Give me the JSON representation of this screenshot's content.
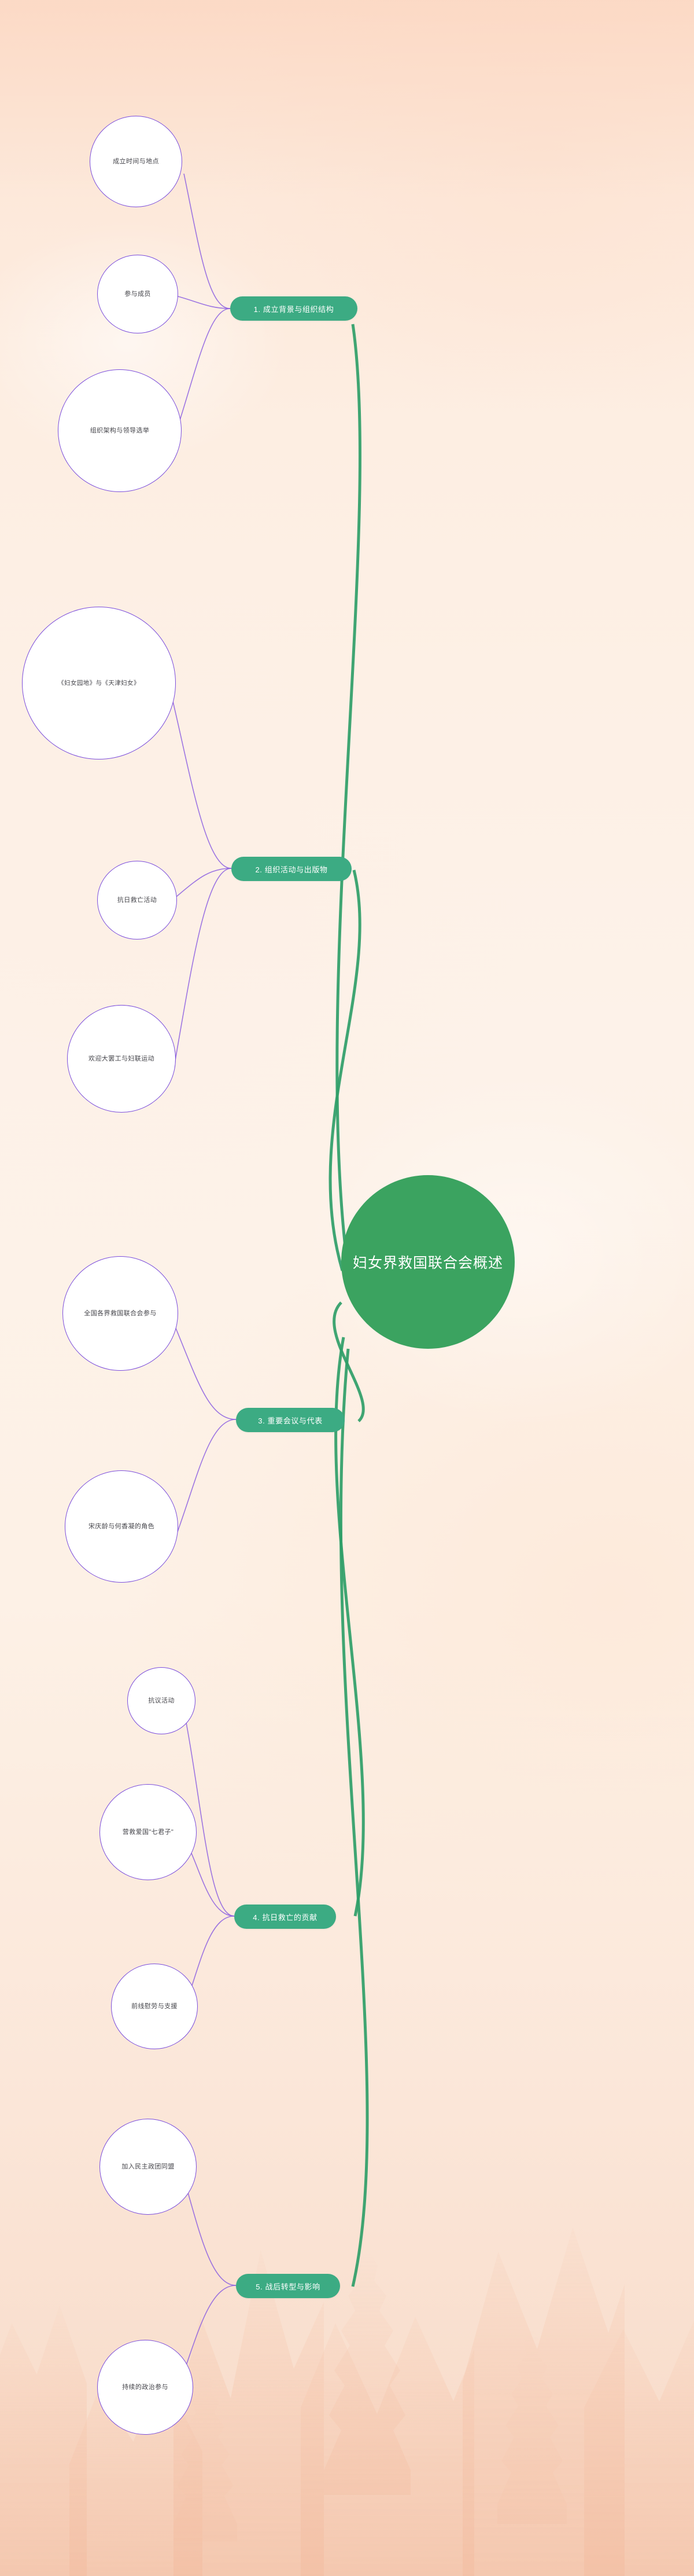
{
  "theme": {
    "root_color": "#3ba360",
    "branch_color": "#3cab83",
    "leaf_border_color": "#7b4ddb",
    "leaf_fill_color": "#ffffff",
    "main_link_color": "#2f9e68",
    "sub_link_color": "#8c5fe0",
    "background_color": "#fdeee3",
    "root_text_color": "#ffffff",
    "branch_text_color": "#ffffff",
    "leaf_text_color": "#44444a"
  },
  "mindmap": {
    "root": {
      "label": "妇女界救国联合会概述"
    },
    "branches": [
      {
        "label": "1. 成立背景与组织结构",
        "children": [
          {
            "label": "成立时间与地点"
          },
          {
            "label": "参与成员"
          },
          {
            "label": "组织架构与领导选举"
          }
        ]
      },
      {
        "label": "2. 组织活动与出版物",
        "children": [
          {
            "label": "《妇女园地》与《天津妇女》"
          },
          {
            "label": "抗日救亡活动"
          },
          {
            "label": "欢迎大罢工与妇联运动"
          }
        ]
      },
      {
        "label": "3. 重要会议与代表",
        "children": [
          {
            "label": "全国各界救国联合会参与"
          },
          {
            "label": "宋庆龄与何香凝的角色"
          }
        ]
      },
      {
        "label": "4. 抗日救亡的贡献",
        "children": [
          {
            "label": "抗议活动"
          },
          {
            "label": "营救爱国\"七君子\""
          },
          {
            "label": "前线慰劳与支援"
          }
        ]
      },
      {
        "label": "5. 战后转型与影响",
        "children": [
          {
            "label": "加入民主政团同盟"
          },
          {
            "label": "持续的政治参与"
          }
        ]
      }
    ]
  }
}
